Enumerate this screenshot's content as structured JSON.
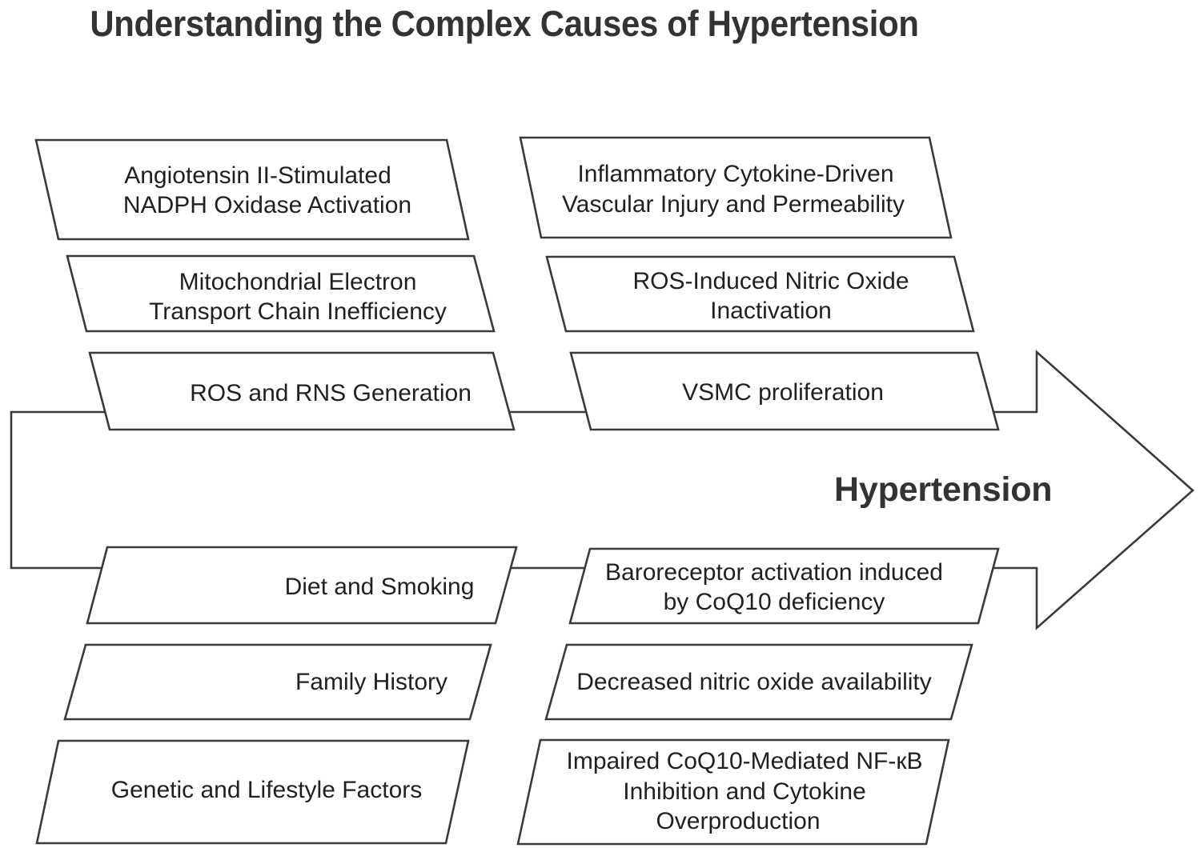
{
  "title": "Understanding the Complex Causes of Hypertension",
  "outcome": {
    "label": "Hypertension",
    "shape": "right-arrow"
  },
  "colors": {
    "stroke": "#3a3a3a",
    "text": "#231f20",
    "title": "#333333",
    "background": "#ffffff"
  },
  "left_column": [
    {
      "id": "angiotensin",
      "lines": [
        "Angiotensin II-Stimulated",
        "NADPH Oxidase Activation"
      ]
    },
    {
      "id": "mitochondrial",
      "lines": [
        "Mitochondrial Electron",
        "Transport Chain Inefficiency"
      ]
    },
    {
      "id": "ros-rns",
      "lines": [
        "ROS and RNS Generation"
      ]
    },
    {
      "id": "diet-smoking",
      "lines": [
        "Diet and Smoking"
      ]
    },
    {
      "id": "family-history",
      "lines": [
        "Family History"
      ]
    },
    {
      "id": "genetic-lifestyle",
      "lines": [
        "Genetic and Lifestyle Factors"
      ]
    }
  ],
  "right_column": [
    {
      "id": "inflammatory-cytokine",
      "lines": [
        "Inflammatory Cytokine-Driven",
        "Vascular Injury and Permeability"
      ]
    },
    {
      "id": "ros-no-inactivation",
      "lines": [
        "ROS-Induced Nitric Oxide",
        "Inactivation"
      ]
    },
    {
      "id": "vsmc",
      "lines": [
        "VSMC proliferation"
      ]
    },
    {
      "id": "baroreceptor",
      "lines": [
        "Baroreceptor activation induced",
        "by CoQ10 deficiency"
      ]
    },
    {
      "id": "decreased-no",
      "lines": [
        "Decreased nitric oxide availability"
      ]
    },
    {
      "id": "impaired-coq10",
      "lines": [
        "Impaired CoQ10-Mediated NF-кB",
        "Inhibition and Cytokine",
        "Overproduction"
      ]
    }
  ]
}
